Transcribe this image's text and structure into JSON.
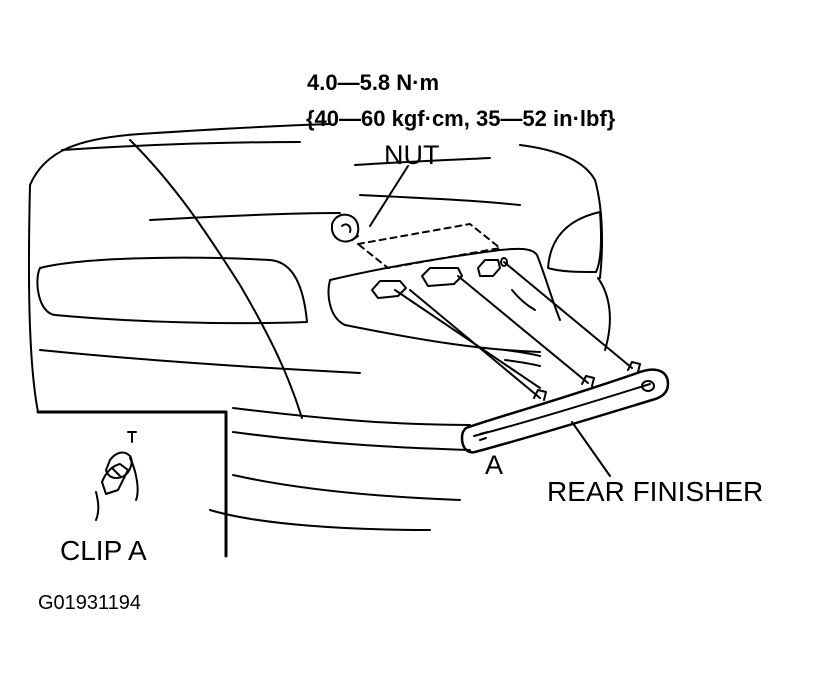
{
  "labels": {
    "torque_line1": "4.0—5.8 N·m",
    "torque_line2": "{40—60 kgf·cm, 35—52 in·lbf}",
    "nut": "NUT",
    "part_a": "A",
    "rear_finisher": "REAR FINISHER",
    "clip_a": "CLIP A",
    "figure_code": "G01931194"
  },
  "colors": {
    "ink": "#000000",
    "paper": "#ffffff"
  }
}
